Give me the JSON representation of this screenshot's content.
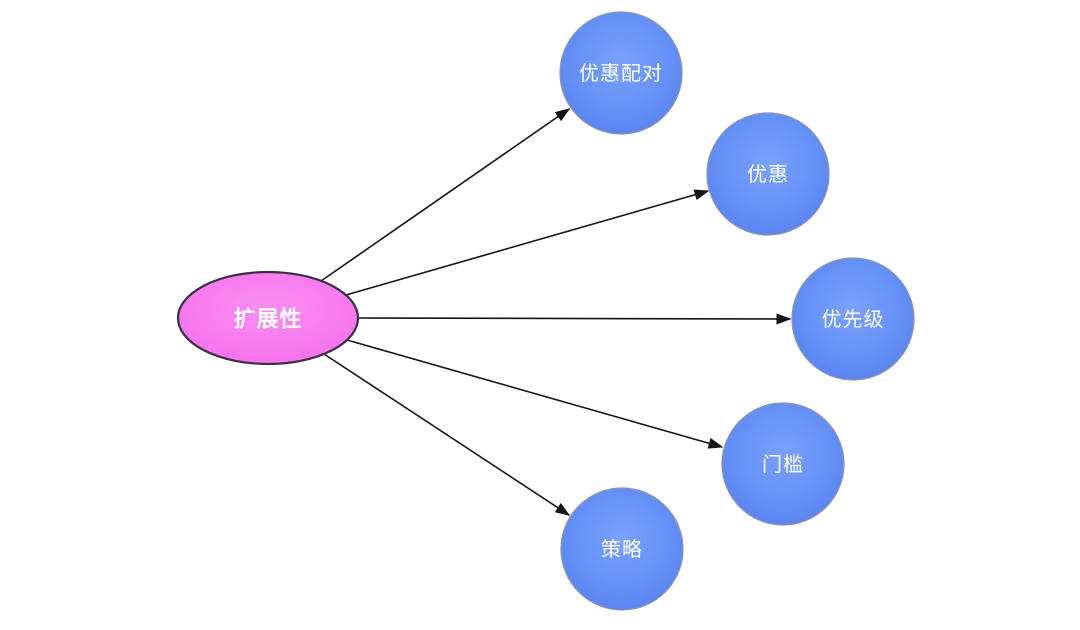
{
  "diagram": {
    "type": "mind-map",
    "root": {
      "id": "extensibility",
      "label": "扩展性"
    },
    "nodes": [
      {
        "id": "offer-pairing",
        "label": "优惠配对"
      },
      {
        "id": "offer",
        "label": "优惠"
      },
      {
        "id": "priority",
        "label": "优先级"
      },
      {
        "id": "threshold",
        "label": "门槛"
      },
      {
        "id": "strategy",
        "label": "策略"
      }
    ],
    "edges": [
      {
        "from": "extensibility",
        "to": "offer-pairing"
      },
      {
        "from": "extensibility",
        "to": "offer"
      },
      {
        "from": "extensibility",
        "to": "priority"
      },
      {
        "from": "extensibility",
        "to": "threshold"
      },
      {
        "from": "extensibility",
        "to": "strategy"
      }
    ]
  },
  "colors": {
    "background": "#ffffff",
    "root_fill_light": "#f98df2",
    "root_fill_dark": "#f66fec",
    "root_stroke": "#3a2e42",
    "node_fill_light": "#7ba1f9",
    "node_fill_mid": "#6390f6",
    "node_fill_dark": "#5a82ee",
    "node_stroke": "#8b93ab",
    "edge": "#141414",
    "label_text": "#ffffff"
  }
}
